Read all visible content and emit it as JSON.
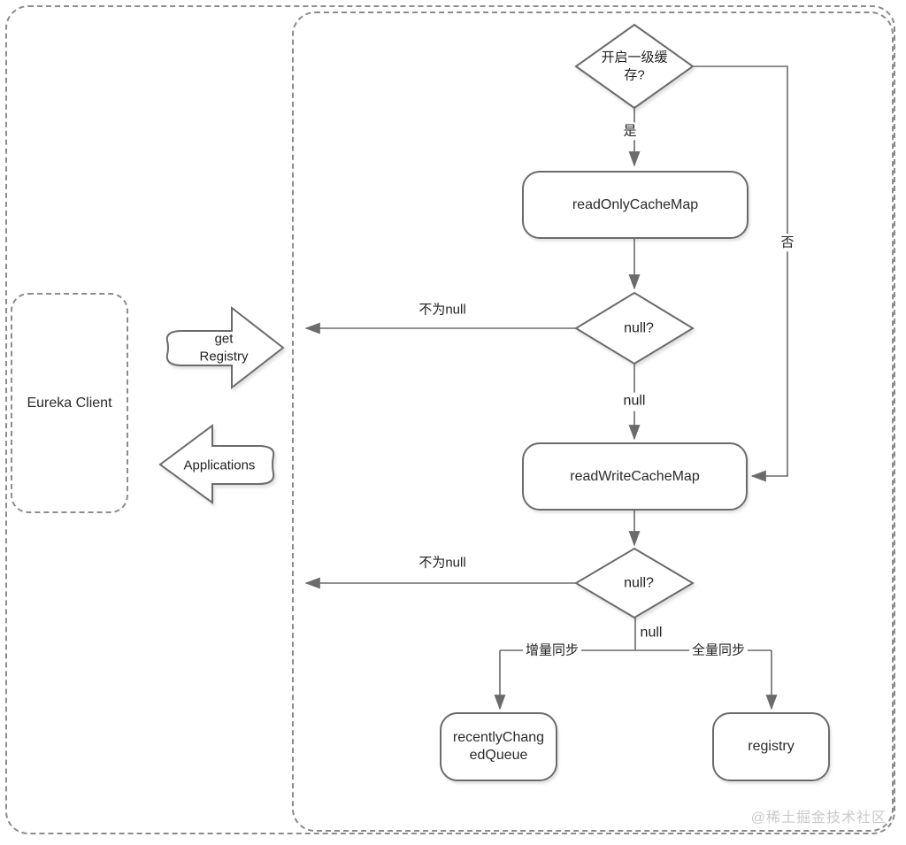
{
  "diagram": {
    "client_panel": {
      "label": "Eureka Client"
    },
    "flow_arrows": {
      "get_registry": {
        "lines": [
          "get",
          "Registry"
        ]
      },
      "applications": {
        "label": "Applications"
      }
    },
    "nodes": {
      "enable_cache_decision": {
        "lines": [
          "开启一级缓",
          "存?"
        ]
      },
      "read_only_cache": {
        "label": "readOnlyCacheMap"
      },
      "null_check_1": {
        "label": "null?"
      },
      "read_write_cache": {
        "label": "readWriteCacheMap"
      },
      "null_check_2": {
        "label": "null?"
      },
      "recently_changed_queue": {
        "lines": [
          "recentlyChang",
          "edQueue"
        ]
      },
      "registry": {
        "label": "registry"
      }
    },
    "edge_labels": {
      "yes": "是",
      "no": "否",
      "not_null_1": "不为null",
      "null_1": "null",
      "not_null_2": "不为null",
      "null_2": "null",
      "incremental_sync": "增量同步",
      "full_sync": "全量同步"
    },
    "watermark": "@稀土掘金技术社区",
    "colors": {
      "line": "#6b6b6b",
      "text": "#222222",
      "watermark": "#c9c9c9"
    }
  }
}
